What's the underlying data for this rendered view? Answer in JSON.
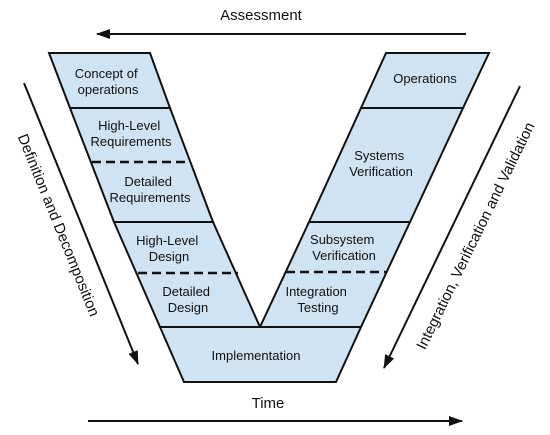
{
  "colors": {
    "fill": "#cfe3f2",
    "stroke": "#111111",
    "background": "#ffffff"
  },
  "top_label": "Assessment",
  "bottom_label": "Time",
  "left_label": "Definition and Decomposition",
  "right_label": "Integration, Verification and Validation",
  "left_blocks": [
    {
      "line1": "Concept of",
      "line2": "operations"
    },
    {
      "line1": "High-Level",
      "line2": "Requirements"
    },
    {
      "line1": "Detailed",
      "line2": "Requirements"
    },
    {
      "line1": "High-Level",
      "line2": "Design"
    },
    {
      "line1": "Detailed",
      "line2": "Design"
    }
  ],
  "right_blocks": [
    {
      "line1": "Operations",
      "line2": ""
    },
    {
      "line1": "Systems",
      "line2": "Verification"
    },
    {
      "line1": "Subsystem",
      "line2": "Verification"
    },
    {
      "line1": "Integration",
      "line2": "Testing"
    }
  ],
  "bottom_block": {
    "line1": "Implementation"
  }
}
